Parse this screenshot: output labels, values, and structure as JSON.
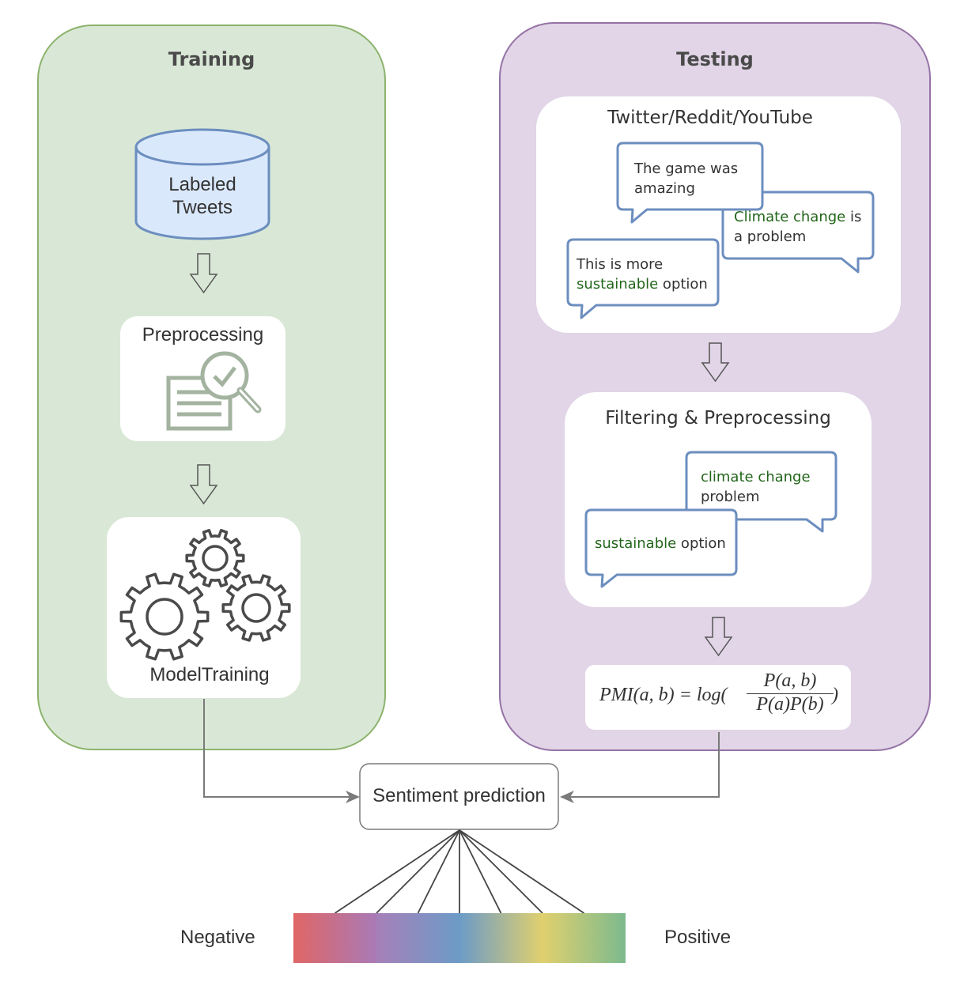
{
  "training": {
    "title": "Training",
    "database_label_line1": "Labeled",
    "database_label_line2": "Tweets",
    "preprocessing_label": "Preprocessing",
    "model_label": "ModelTraining"
  },
  "testing": {
    "title": "Testing",
    "source_label": "Twitter/Reddit/YouTube",
    "posts": [
      {
        "parts": [
          {
            "text": "The game was",
            "highlight": false
          }
        ],
        "line2": [
          {
            "text": "amazing",
            "highlight": false
          }
        ]
      },
      {
        "parts": [
          {
            "text": "Climate change",
            "highlight": true
          },
          {
            "text": " is",
            "highlight": false
          }
        ],
        "line2": [
          {
            "text": "a problem",
            "highlight": false
          }
        ]
      },
      {
        "parts": [
          {
            "text": "This is more",
            "highlight": false
          }
        ],
        "line2": [
          {
            "text": "sustainable",
            "highlight": true
          },
          {
            "text": " option",
            "highlight": false
          }
        ]
      }
    ],
    "filter_label": "Filtering & Preprocessing",
    "filtered_posts": [
      {
        "line1": "climate change",
        "line2": "problem"
      },
      {
        "highlight": "sustainable",
        "rest": " option"
      }
    ],
    "formula": {
      "lhs": "PMI(a, b) = log(",
      "numerator": "P(a, b)",
      "denominator": "P(a)P(b)",
      "close": ")"
    }
  },
  "output": {
    "prediction_label": "Sentiment prediction",
    "negative_label": "Negative",
    "positive_label": "Positive",
    "scale_segments": 4,
    "scale_ticks": 7,
    "scale_colors": [
      "#e06666",
      "#a680b8",
      "#6c9bc7",
      "#e0d06e",
      "#7cba8e"
    ]
  },
  "colors": {
    "training_fill": "#d9e8d6",
    "training_border": "#8cb36d",
    "testing_fill": "#e1d5e7",
    "testing_border": "#9673a6",
    "bubble_border": "#6c8ebf",
    "highlight_text": "#22661a"
  }
}
